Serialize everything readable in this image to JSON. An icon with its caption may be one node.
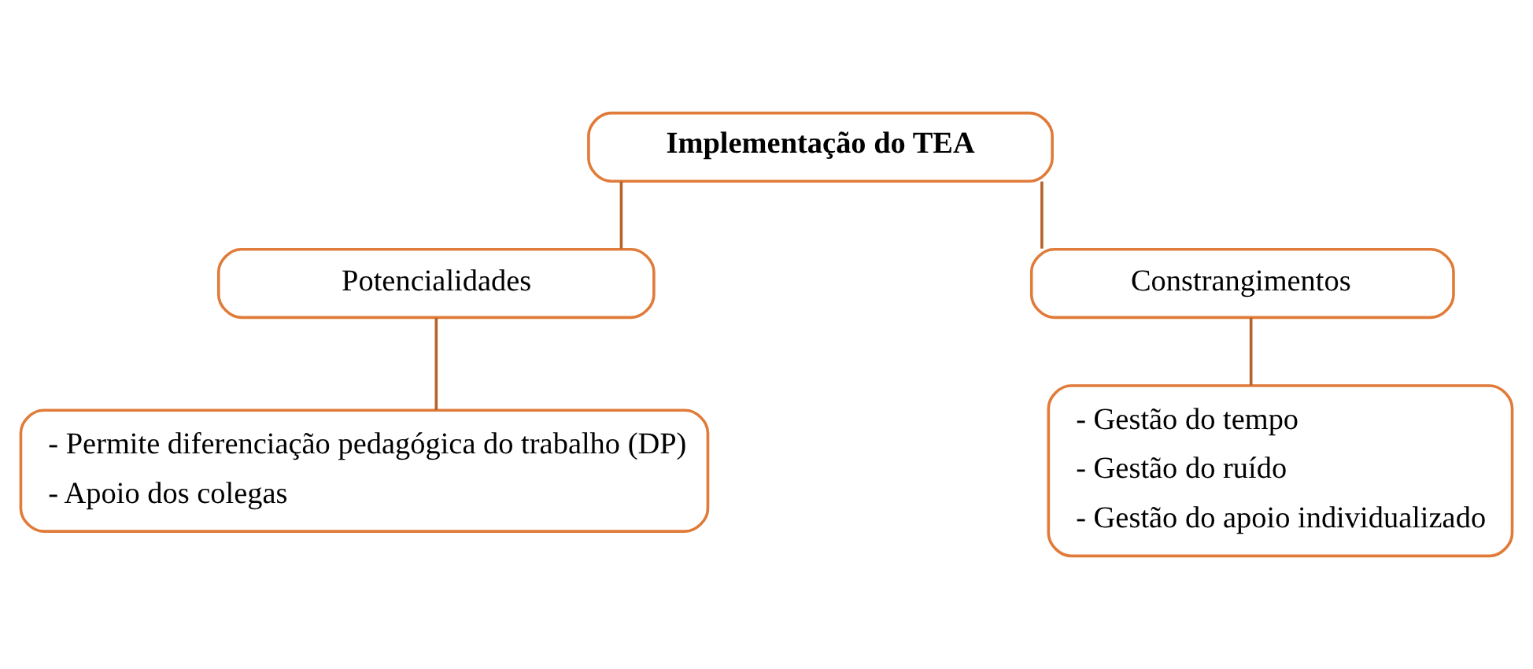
{
  "diagram": {
    "nodes": [
      {
        "text": [
          "Implementação do TEA"
        ]
      },
      {
        "text": [
          "Potencialidades"
        ]
      },
      {
        "text": [
          "Constrangimentos"
        ]
      },
      {
        "text": [
          "- Permite diferenciação pedagógica do trabalho (DP)",
          "- Apoio dos colegas"
        ]
      },
      {
        "text": [
          "- Gestão do tempo",
          "- Gestão do ruído",
          "- Gestão do apoio individualizado"
        ]
      }
    ],
    "edges": [
      {
        "from": 0,
        "to": 1,
        "arrow": "none"
      },
      {
        "from": 0,
        "to": 2,
        "arrow": "none"
      },
      {
        "from": 1,
        "to": 3,
        "arrow": "none"
      },
      {
        "from": 2,
        "to": 4,
        "arrow": "none"
      }
    ]
  }
}
